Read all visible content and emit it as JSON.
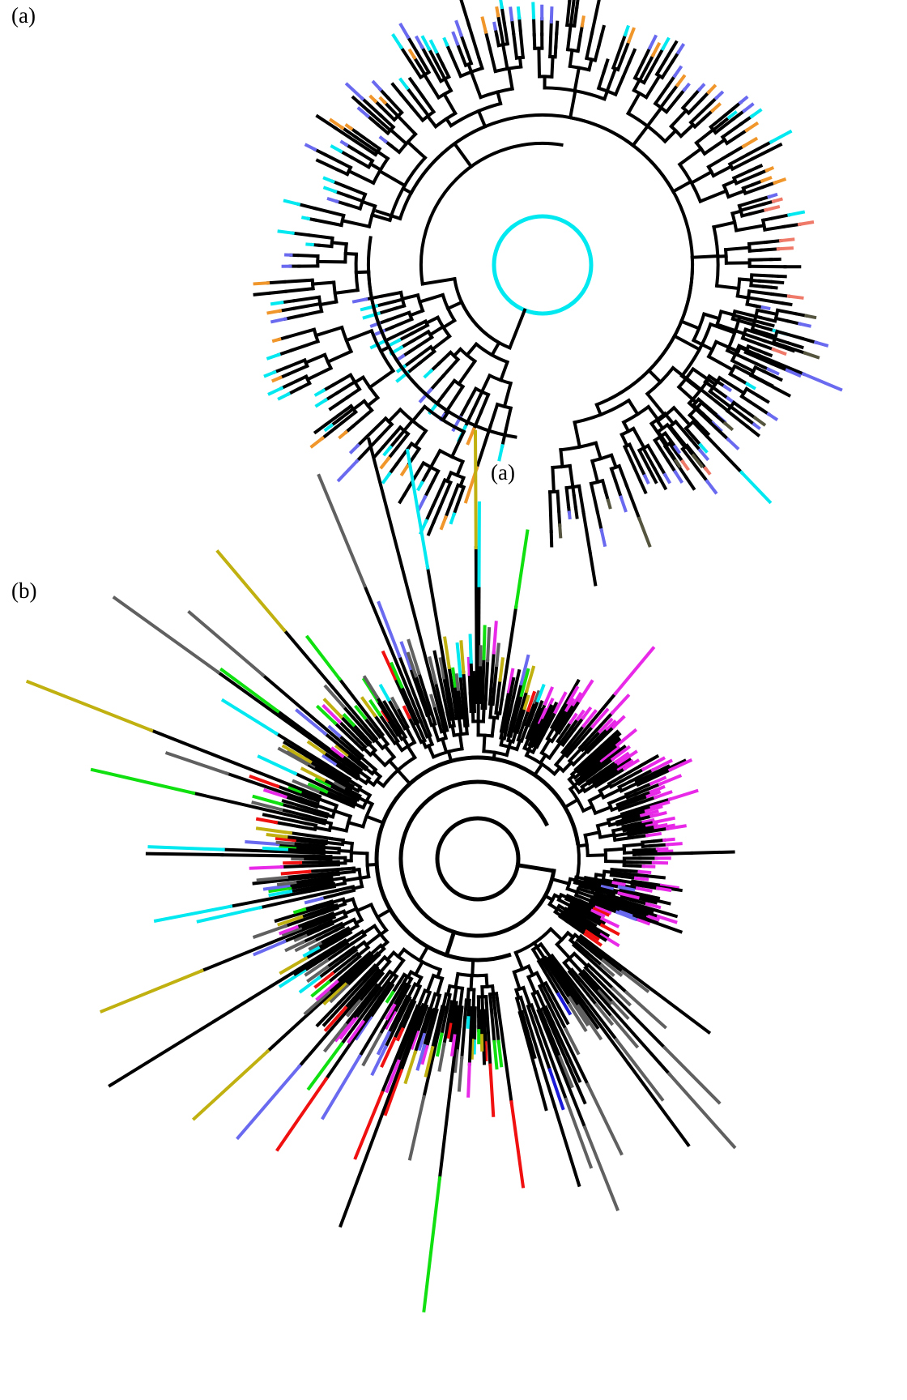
{
  "figure": {
    "panel_a_label": "(a)",
    "panel_a_inner_label": "(a)",
    "panel_b_label": "(b)"
  },
  "colors": {
    "black": "#000000",
    "cyan": "#00e8f0",
    "slate_blue": "#6a6af0",
    "orange": "#f0962a",
    "salmon": "#f07a6a",
    "olive": "#55553f",
    "magenta": "#e82ae8",
    "green": "#10e010",
    "red": "#f01010",
    "gray": "#606060",
    "blue": "#1a1ad8",
    "yellow": "#c0b010"
  }
}
